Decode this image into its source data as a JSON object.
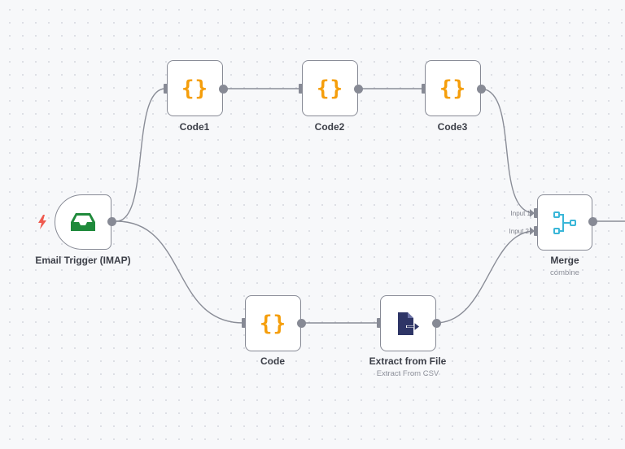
{
  "nodes": {
    "email_trigger": {
      "label": "Email Trigger (IMAP)",
      "icon": "inbox-tray-icon",
      "color": "#1f8a3b"
    },
    "code1": {
      "label": "Code1",
      "icon": "code-braces-icon",
      "glyph": "{}"
    },
    "code2": {
      "label": "Code2",
      "icon": "code-braces-icon",
      "glyph": "{}"
    },
    "code3": {
      "label": "Code3",
      "icon": "code-braces-icon",
      "glyph": "{}"
    },
    "code": {
      "label": "Code",
      "icon": "code-braces-icon",
      "glyph": "{}"
    },
    "extract": {
      "label": "Extract from File",
      "subtitle": "Extract From CSV",
      "icon": "file-extract-icon",
      "color": "#2e3566"
    },
    "merge": {
      "label": "Merge",
      "subtitle": "combine",
      "icon": "merge-branch-icon",
      "color": "#39b6d8",
      "inputs": [
        "Input 1",
        "Input 2"
      ]
    }
  },
  "colors": {
    "code_accent": "#f59e0b",
    "edge": "#878a95",
    "trigger_bolt": "#ef5a4f"
  }
}
